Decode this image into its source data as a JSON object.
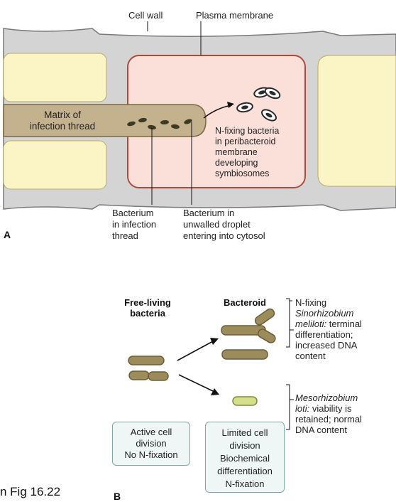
{
  "panel_a": {
    "letter": "A",
    "labels": {
      "cell_wall": "Cell wall",
      "plasma_membrane": "Plasma membrane",
      "matrix": [
        "Matrix of",
        "infection thread"
      ],
      "n_fixing": [
        "N-fixing bacteria",
        "in peribacteroid",
        "membrane",
        "developing",
        "symbiosomes"
      ],
      "bacterium_thread": [
        "Bacterium",
        "in infection",
        "thread"
      ],
      "bacterium_droplet": [
        "Bacterium in",
        "unwalled droplet",
        "entering into cytosol"
      ]
    },
    "colors": {
      "cell_wall": "#d4d4d4",
      "cell_wall_edge": "#7a7a7a",
      "cytosol_plain": "#fbf4c4",
      "cytosol_infected": "#fbe0da",
      "membrane": "#b04a3c",
      "infection_thread": "#c4b28e",
      "bacterium": "#3b3a22"
    }
  },
  "panel_b": {
    "letter": "B",
    "headers": {
      "free_living": [
        "Free-living",
        "bacteria"
      ],
      "bacteroid": "Bacteroid"
    },
    "box_free": [
      "Active cell",
      "division",
      "No N-fixation"
    ],
    "box_bacteroid": [
      "Limited cell",
      "division",
      "Biochemical",
      "differentiation",
      "N-fixation"
    ],
    "note_sinorhizobium": {
      "line1": "N-fixing",
      "species_italic": [
        "Sinorhizobium",
        "meliloti:"
      ],
      "rest": [
        "terminal",
        "differentiation;",
        "increased DNA",
        "content"
      ]
    },
    "note_mesorhizobium": {
      "species_italic": [
        "Mesorhizobium",
        "loti:"
      ],
      "rest": [
        "viability is",
        "retained; normal",
        "DNA content"
      ]
    },
    "colors": {
      "bacterium": "#9c8b5b",
      "bacterium_edge": "#6b5e38",
      "bacteroid_light": "#d6e08a",
      "box_fill": "#eef6f6",
      "box_border": "#7fa9a9"
    }
  },
  "caption": "n Fig 16.22"
}
